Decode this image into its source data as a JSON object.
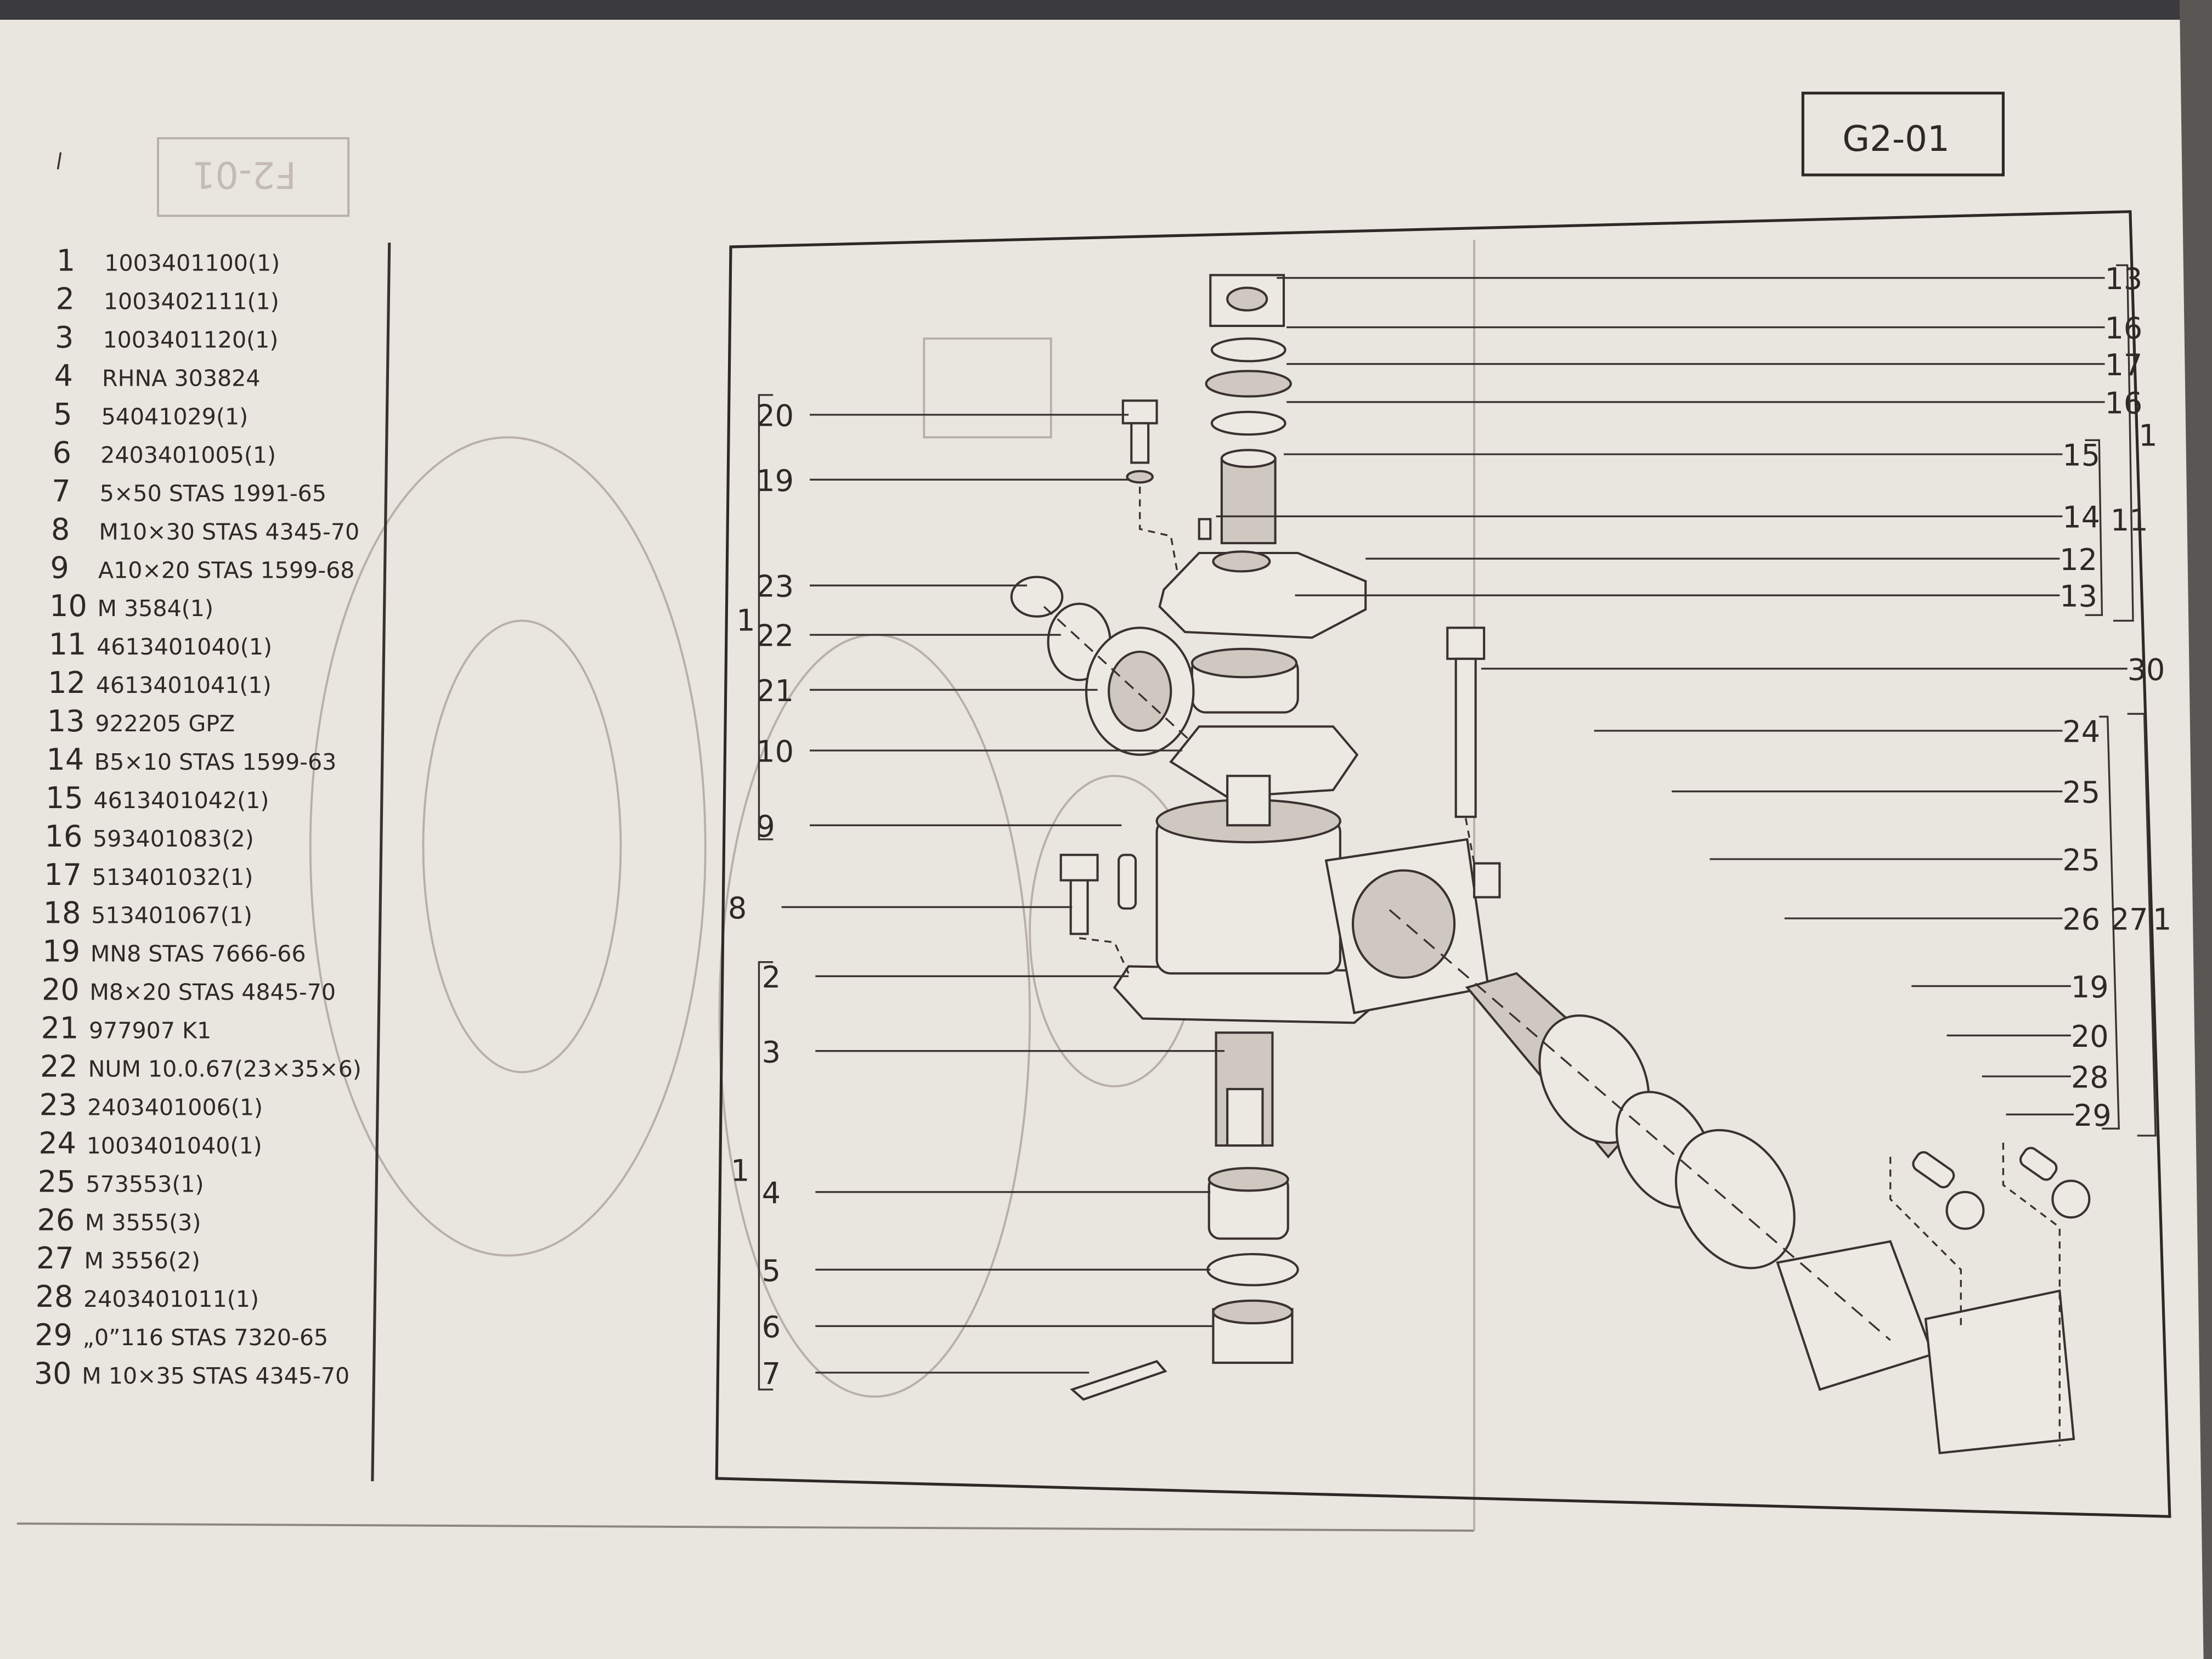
{
  "sheet_code": "G2-01",
  "ghost_sheet_code": "F2-01",
  "parts_list": [
    {
      "no": "1",
      "ref": "1003401100(1)"
    },
    {
      "no": "2",
      "ref": "1003402111(1)"
    },
    {
      "no": "3",
      "ref": "1003401120(1)"
    },
    {
      "no": "4",
      "ref": "RHNA 303824"
    },
    {
      "no": "5",
      "ref": "54041029(1)"
    },
    {
      "no": "6",
      "ref": "2403401005(1)"
    },
    {
      "no": "7",
      "ref": "5×50 STAS 1991-65"
    },
    {
      "no": "8",
      "ref": "M10×30 STAS 4345-70"
    },
    {
      "no": "9",
      "ref": "A10×20 STAS 1599-68"
    },
    {
      "no": "10",
      "ref": "M 3584(1)"
    },
    {
      "no": "11",
      "ref": "4613401040(1)"
    },
    {
      "no": "12",
      "ref": "4613401041(1)"
    },
    {
      "no": "13",
      "ref": "922205 GPZ"
    },
    {
      "no": "14",
      "ref": "B5×10 STAS 1599-63"
    },
    {
      "no": "15",
      "ref": "4613401042(1)"
    },
    {
      "no": "16",
      "ref": "593401083(2)"
    },
    {
      "no": "17",
      "ref": "513401032(1)"
    },
    {
      "no": "18",
      "ref": "513401067(1)"
    },
    {
      "no": "19",
      "ref": "MN8 STAS 7666-66"
    },
    {
      "no": "20",
      "ref": "M8×20 STAS 4845-70"
    },
    {
      "no": "21",
      "ref": "977907 K1"
    },
    {
      "no": "22",
      "ref": "NUM 10.0.67(23×35×6)"
    },
    {
      "no": "23",
      "ref": "2403401006(1)"
    },
    {
      "no": "24",
      "ref": "1003401040(1)"
    },
    {
      "no": "25",
      "ref": "573553(1)"
    },
    {
      "no": "26",
      "ref": "M 3555(3)"
    },
    {
      "no": "27",
      "ref": "M 3556(2)"
    },
    {
      "no": "28",
      "ref": "2403401011(1)"
    },
    {
      "no": "29",
      "ref": "„0”116 STAS 7320-65"
    },
    {
      "no": "30",
      "ref": "M 10×35 STAS 4345-70"
    }
  ],
  "callouts_left": [
    "20",
    "19",
    "23",
    "22",
    "21",
    "10",
    "9",
    "8",
    "2",
    "3",
    "4",
    "5",
    "6",
    "7"
  ],
  "group_left": [
    "1",
    "1"
  ],
  "callouts_right": [
    "13",
    "16",
    "17",
    "16",
    "15",
    "14",
    "12",
    "13",
    "30",
    "24",
    "25",
    "25",
    "26",
    "19",
    "20",
    "28",
    "29"
  ],
  "group_right": {
    "sub_11": "11",
    "top_1": "1",
    "sub_27": "27",
    "bottom_1": "1"
  }
}
